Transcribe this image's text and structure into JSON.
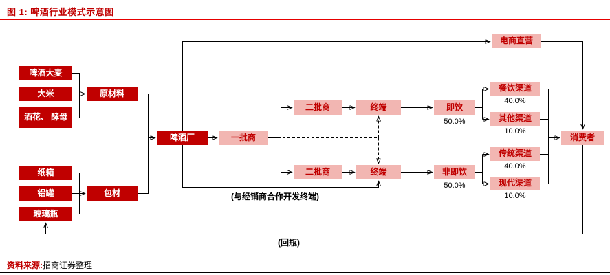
{
  "header": {
    "title": "图 1: 啤酒行业模式示意图"
  },
  "footer": {
    "source_label": "资料来源:",
    "source_text": "招商证券整理"
  },
  "colors": {
    "dark_red": "#c00000",
    "pink": "#f2b6b2",
    "rule_red": "#e60000",
    "line_black": "#000000"
  },
  "diagram": {
    "nodes": {
      "barley": "啤酒大麦",
      "rice": "大米",
      "hops_yeast": "酒花、 酵母",
      "raw_materials": "原材料",
      "carton": "纸箱",
      "aluminum_can": "铝罐",
      "glass_bottle": "玻璃瓶",
      "packaging": "包材",
      "brewery": "啤酒厂",
      "tier1": "一批商",
      "tier2_top": "二批商",
      "tier2_bottom": "二批商",
      "terminal_top": "终端",
      "terminal_bottom": "终端",
      "on_premise": "即饮",
      "off_premise": "非即饮",
      "dining": "餐饮渠道",
      "other": "其他渠道",
      "traditional": "传统渠道",
      "modern": "现代渠道",
      "consumer": "消费者",
      "ecommerce": "电商直营"
    },
    "percentages": {
      "on_premise": "50.0%",
      "off_premise": "50.0%",
      "dining": "40.0%",
      "other": "10.0%",
      "traditional": "40.0%",
      "modern": "10.0%"
    },
    "annotations": {
      "coop": "(与经销商合作开发终端)",
      "bottle_return": "(回瓶)"
    }
  }
}
